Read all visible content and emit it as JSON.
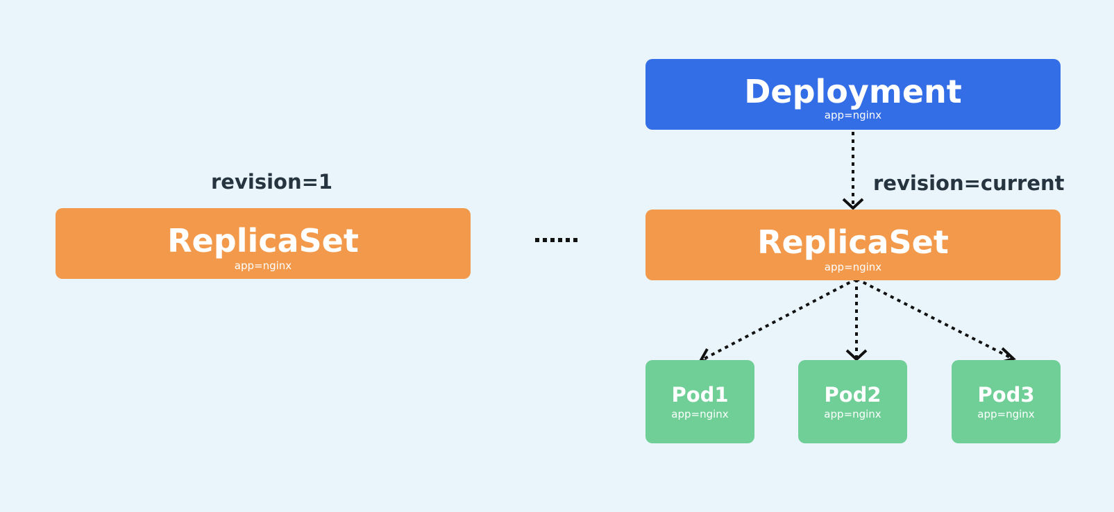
{
  "deployment": {
    "title": "Deployment",
    "label": "app=nginx",
    "color": "#336ee6"
  },
  "revisions": {
    "old": "revision=1",
    "current": "revision=current"
  },
  "replicasets": [
    {
      "title": "ReplicaSet",
      "label": "app=nginx",
      "color": "#f2994b"
    },
    {
      "title": "ReplicaSet",
      "label": "app=nginx",
      "color": "#f2994b"
    }
  ],
  "pods": [
    {
      "title": "Pod1",
      "label": "app=nginx",
      "color": "#6fcf97"
    },
    {
      "title": "Pod2",
      "label": "app=nginx",
      "color": "#6fcf97"
    },
    {
      "title": "Pod3",
      "label": "app=nginx",
      "color": "#6fcf97"
    }
  ],
  "background": "#eaf5fb"
}
